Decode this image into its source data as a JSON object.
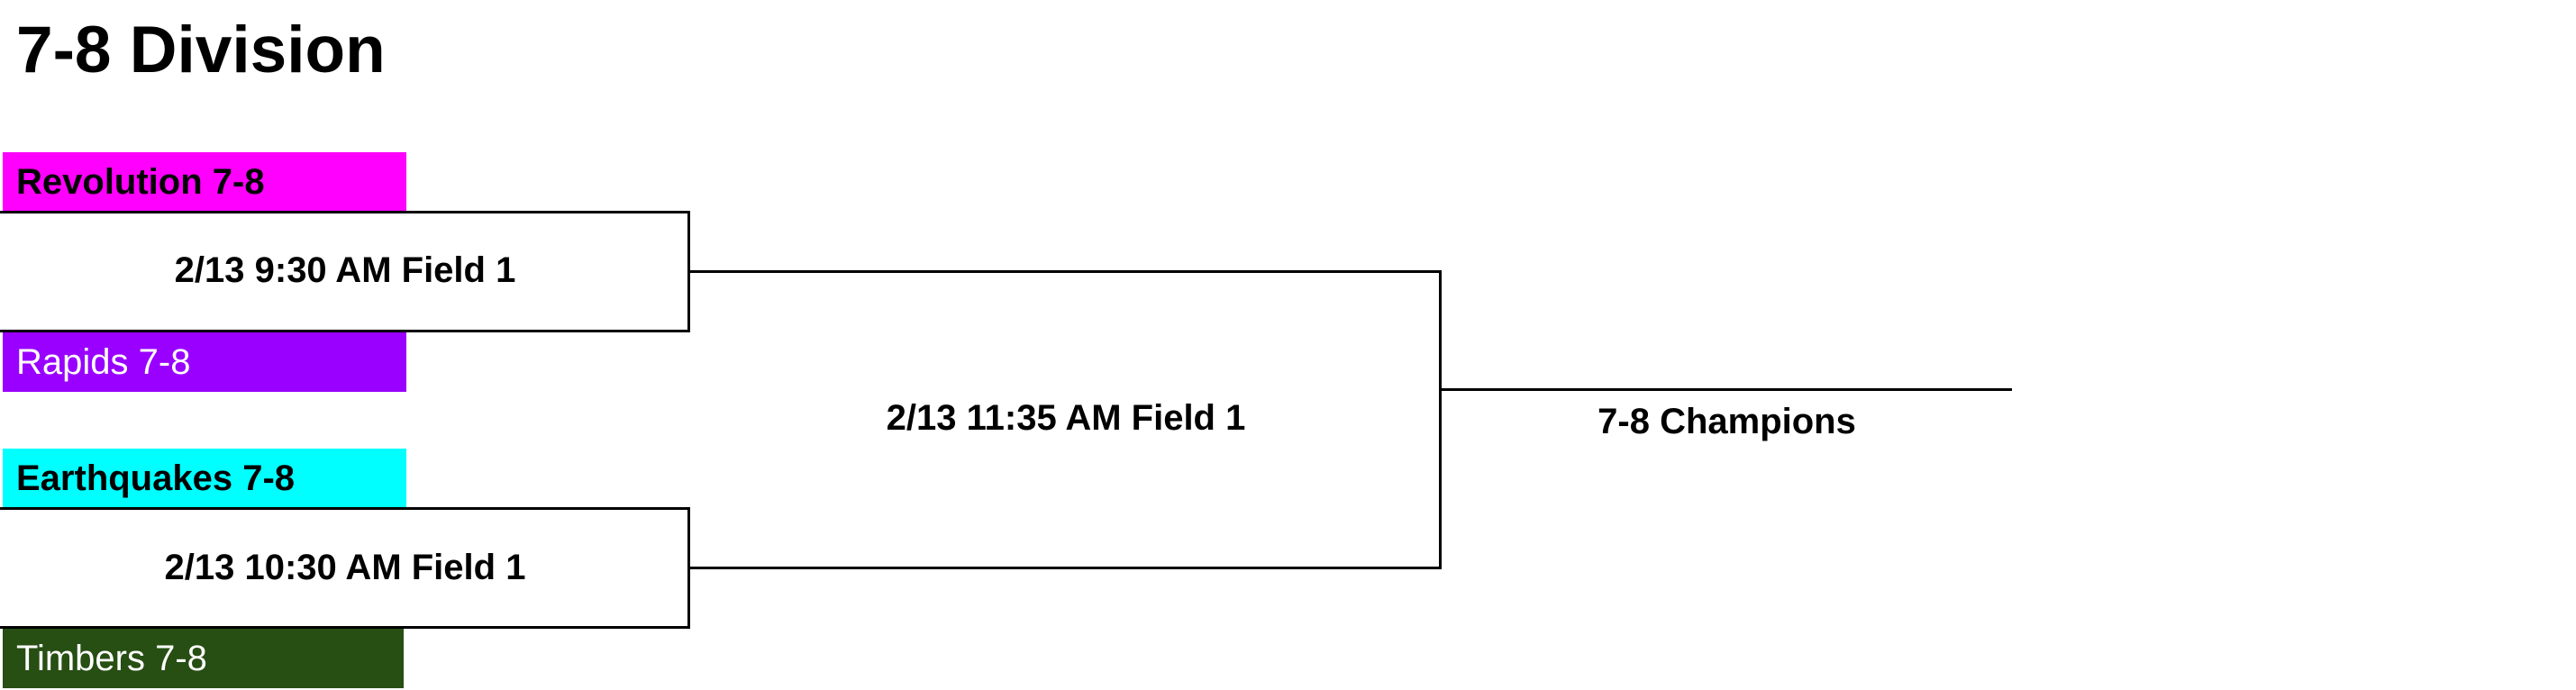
{
  "title": "7-8 Division",
  "colors": {
    "revolution": "#ff00ff",
    "rapids": "#9900ff",
    "earthquakes": "#00ffff",
    "timbers": "#274e13"
  },
  "round1": [
    {
      "top_team": "Revolution 7-8",
      "match": "2/13 9:30 AM Field 1",
      "bottom_team": "Rapids 7-8"
    },
    {
      "top_team": "Earthquakes 7-8",
      "match": "2/13 10:30 AM Field 1",
      "bottom_team": "Timbers 7-8"
    }
  ],
  "final": {
    "match": "2/13 11:35 AM Field 1"
  },
  "champion": {
    "label": "7-8 Champions"
  }
}
